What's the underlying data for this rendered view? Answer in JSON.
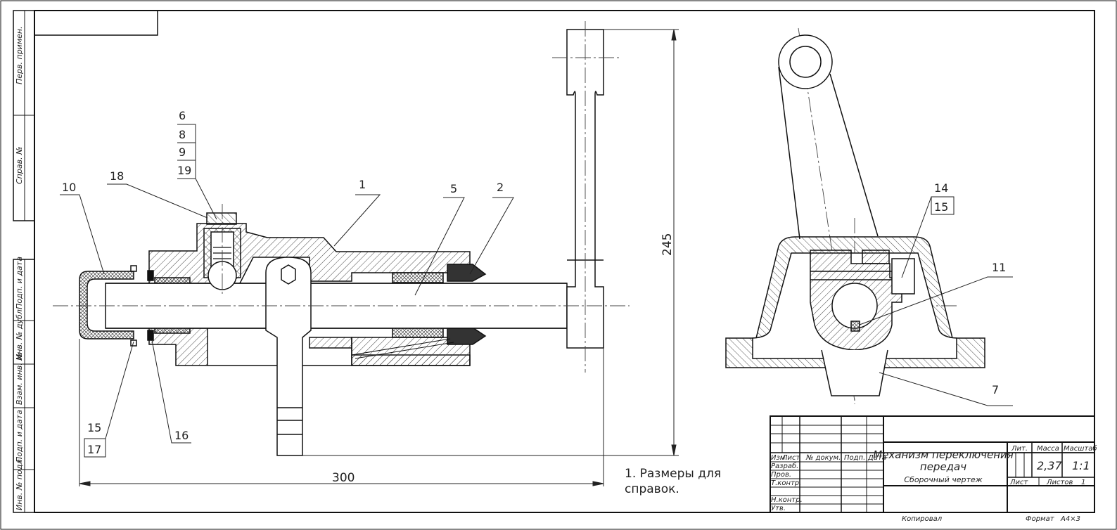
{
  "side_stamps": [
    "Перв. примен.",
    "Справ. №",
    "Подп. и дата",
    "Инв. № дубл.",
    "Взам. инв. №",
    "Подп. и дата",
    "Инв. № подл."
  ],
  "callouts": {
    "c6": "6",
    "c8": "8",
    "c9": "9",
    "c19": "19",
    "c18": "18",
    "c10": "10",
    "c1": "1",
    "c5": "5",
    "c2": "2",
    "c15a": "15",
    "c17": "17",
    "c16": "16",
    "c14": "14",
    "c15b": "15",
    "c11": "11",
    "c7": "7"
  },
  "dimensions": {
    "width": "300",
    "height": "245"
  },
  "notes": [
    "1. Размеры для",
    "справок."
  ],
  "title_block": {
    "rev_headers": [
      "Изм.",
      "Лист",
      "№ докум.",
      "Подп.",
      "Дата"
    ],
    "roles": [
      "Разраб.",
      "Пров.",
      "Т.контр.",
      "Н.контр.",
      "Утв."
    ],
    "title_line1": "Механизм переключения",
    "title_line2": "передач",
    "doc_type": "Сборочный чертеж",
    "lit_label": "Лит.",
    "mass_label": "Масса",
    "scale_label": "Масштаб",
    "mass": "2,37",
    "scale": "1:1",
    "sheet_label": "Лист",
    "sheets_label": "Листов",
    "sheets_count": "1"
  },
  "footer": {
    "copied": "Копировал",
    "format_label": "Формат",
    "format": "А4×3"
  }
}
